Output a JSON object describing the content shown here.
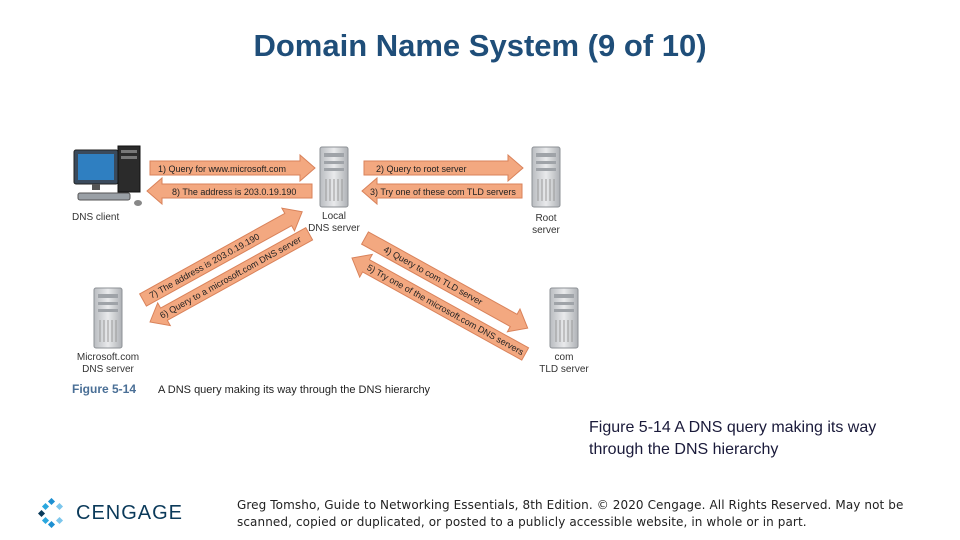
{
  "slide": {
    "title": "Domain Name System (9 of 10)",
    "caption": "Figure 5-14  A DNS query making its way through the DNS hierarchy",
    "footer": "Greg Tomsho, Guide to Networking Essentials, 8th Edition. © 2020 Cengage. All Rights Reserved. May not be scanned, copied or duplicated, or posted to a publicly accessible website, in whole or in part.",
    "logo_text": "CENGAGE"
  },
  "figure": {
    "nodes": {
      "client": "DNS client",
      "local_1": "Local",
      "local_2": "DNS server",
      "root_1": "Root",
      "root_2": "server",
      "ms_1": "Microsoft.com",
      "ms_2": "DNS server",
      "tld_1": "com",
      "tld_2": "TLD server"
    },
    "arrows": {
      "a1": "1) Query for www.microsoft.com",
      "a8": "8) The address is 203.0.19.190",
      "a2": "2) Query to root server",
      "a3": "3) Try one of these com TLD servers",
      "a4": "4) Query to com TLD server",
      "a5": "5) Try one of the microsoft.com DNS servers",
      "a7": "7) The address is 203.0.19.190",
      "a6": "6) Query to a microsoft.com DNS server"
    },
    "figure_label": "Figure 5-14",
    "figure_caption": "A DNS query making its way through the DNS hierarchy"
  },
  "colors": {
    "title": "#1f4e79",
    "arrow_fill": "#f3a880",
    "arrow_stroke": "#d9825a",
    "figure_label": "#4a6f96",
    "server_body": "#d6d8da"
  }
}
